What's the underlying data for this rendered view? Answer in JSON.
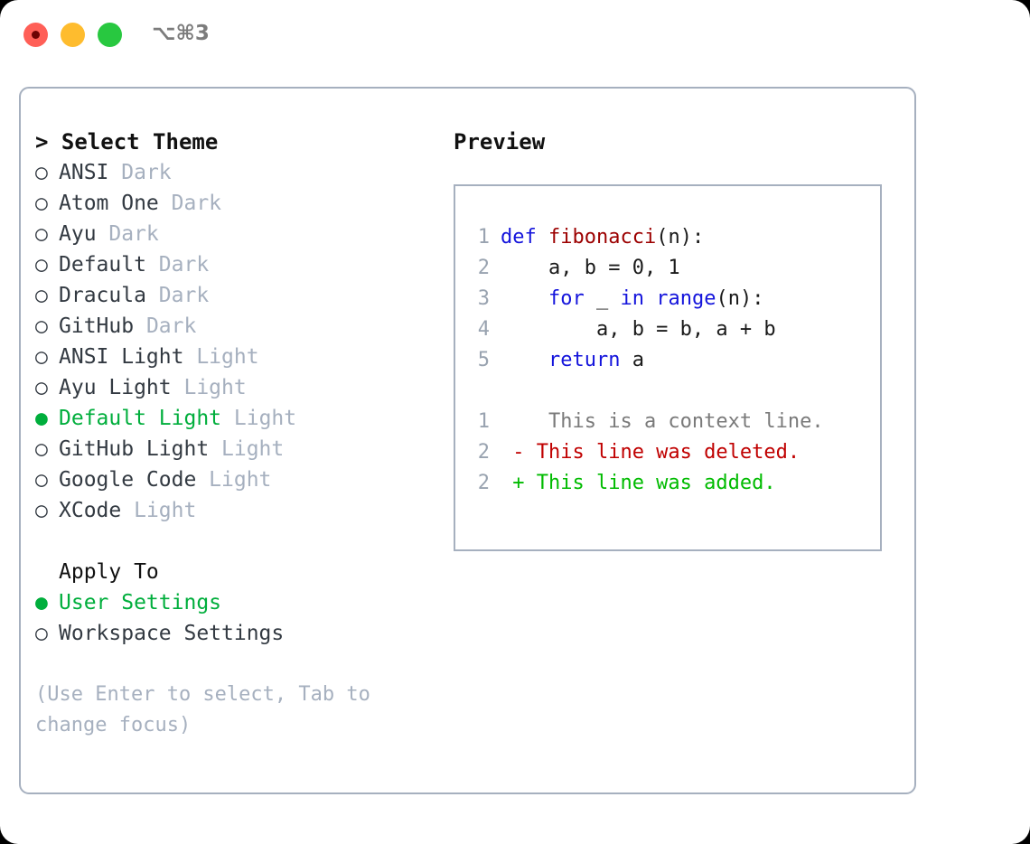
{
  "window": {
    "shortcut": "⌥⌘3",
    "traffic_lights": [
      {
        "name": "close",
        "color": "#ff5f57"
      },
      {
        "name": "minimize",
        "color": "#febc2e"
      },
      {
        "name": "zoom",
        "color": "#28c840"
      }
    ]
  },
  "colors": {
    "accent_green": "#00ae3c",
    "muted": "#a6b0bf",
    "text": "#333a42",
    "heading": "#111111",
    "border": "#a6b0bf",
    "keyword_blue": "#1414dc",
    "function_red": "#9c0000",
    "diff_added": "#00bb00",
    "diff_removed": "#c00000",
    "diff_context": "#7a7a7a",
    "line_number": "#99a3b0"
  },
  "theme_list": {
    "header": "> Select Theme",
    "marker_selected": "●",
    "marker_unselected": "○",
    "items": [
      {
        "label": "ANSI",
        "category": "Dark",
        "selected": false
      },
      {
        "label": "Atom One",
        "category": "Dark",
        "selected": false
      },
      {
        "label": "Ayu",
        "category": "Dark",
        "selected": false
      },
      {
        "label": "Default",
        "category": "Dark",
        "selected": false
      },
      {
        "label": "Dracula",
        "category": "Dark",
        "selected": false
      },
      {
        "label": "GitHub",
        "category": "Dark",
        "selected": false
      },
      {
        "label": "ANSI Light",
        "category": "Light",
        "selected": false
      },
      {
        "label": "Ayu Light",
        "category": "Light",
        "selected": false
      },
      {
        "label": "Default Light",
        "category": "Light",
        "selected": true
      },
      {
        "label": "GitHub Light",
        "category": "Light",
        "selected": false
      },
      {
        "label": "Google Code",
        "category": "Light",
        "selected": false
      },
      {
        "label": "XCode",
        "category": "Light",
        "selected": false
      }
    ]
  },
  "apply_to": {
    "title": "Apply To",
    "options": [
      {
        "label": "User Settings",
        "selected": true
      },
      {
        "label": "Workspace Settings",
        "selected": false
      }
    ]
  },
  "hint": "(Use Enter to select, Tab to change focus)",
  "preview": {
    "header": "Preview",
    "code_lines": [
      {
        "num": "1",
        "tokens": [
          {
            "t": "def ",
            "c": "kw"
          },
          {
            "t": "fibonacci",
            "c": "fn"
          },
          {
            "t": "(n):",
            "c": "pl"
          }
        ]
      },
      {
        "num": "2",
        "tokens": [
          {
            "t": "    a, b = 0, 1",
            "c": "pl"
          }
        ]
      },
      {
        "num": "3",
        "tokens": [
          {
            "t": "    ",
            "c": "pl"
          },
          {
            "t": "for",
            "c": "kw"
          },
          {
            "t": " _ ",
            "c": "pl"
          },
          {
            "t": "in",
            "c": "kw"
          },
          {
            "t": " ",
            "c": "pl"
          },
          {
            "t": "range",
            "c": "kw"
          },
          {
            "t": "(n):",
            "c": "pl"
          }
        ]
      },
      {
        "num": "4",
        "tokens": [
          {
            "t": "        a, b = b, a + b",
            "c": "pl"
          }
        ]
      },
      {
        "num": "5",
        "tokens": [
          {
            "t": "    ",
            "c": "pl"
          },
          {
            "t": "return",
            "c": "kw"
          },
          {
            "t": " a",
            "c": "pl"
          }
        ]
      }
    ],
    "diff_lines": [
      {
        "num": "1",
        "sign": " ",
        "text": "  This is a context line.",
        "kind": "ctx"
      },
      {
        "num": "2",
        "sign": "-",
        "text": " This line was deleted.",
        "kind": "del"
      },
      {
        "num": "2",
        "sign": "+",
        "text": " This line was added.",
        "kind": "add"
      }
    ]
  }
}
